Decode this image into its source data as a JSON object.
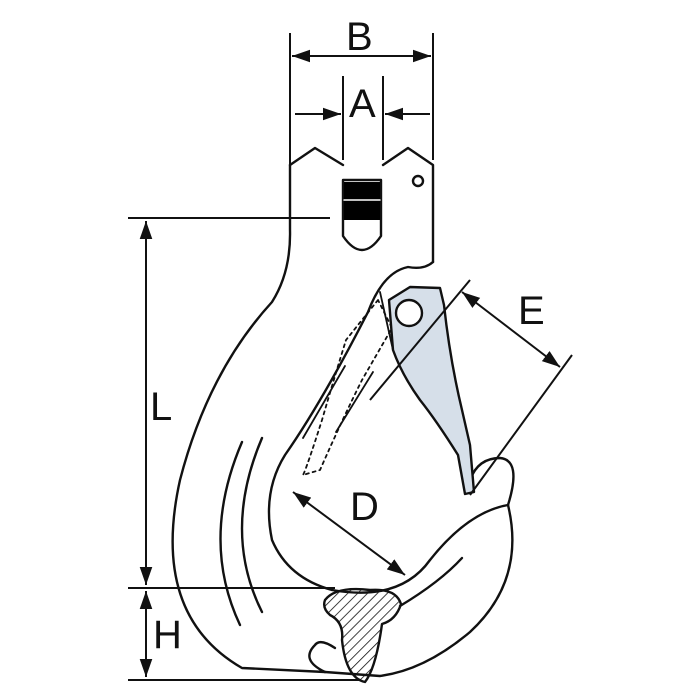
{
  "colors": {
    "stroke": "#111111",
    "latch_fill": "#d6dfe9",
    "background": "#ffffff"
  },
  "labels": {
    "a": "A",
    "b": "B",
    "d": "D",
    "e": "E",
    "h": "H",
    "l": "L"
  }
}
